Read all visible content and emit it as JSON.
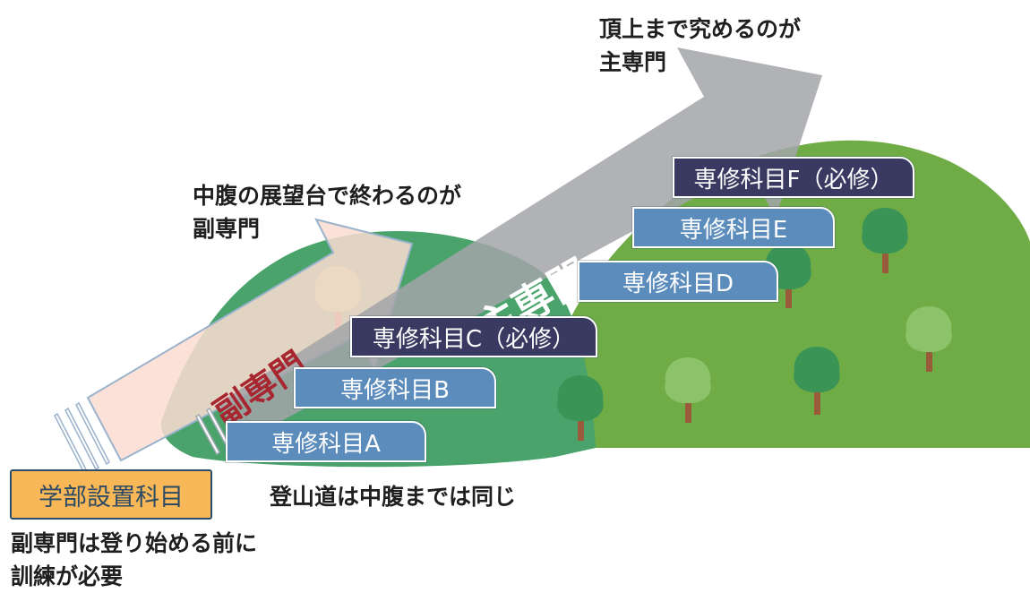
{
  "main_major_caption": [
    "頂上まで究めるのが",
    "主専門"
  ],
  "minor_major_caption": [
    "中腹の展望台で終わるのが",
    "副専門"
  ],
  "main_major_arrow_label": "主専門",
  "minor_major_arrow_label": "副専門",
  "courses": {
    "a": "専修科目A",
    "b": "専修科目B",
    "c": "専修科目C（必修）",
    "d": "専修科目D",
    "e": "専修科目E",
    "f": "専修科目F（必修）"
  },
  "faculty_box": "学部設置科目",
  "trail_caption": "登山道は中腹までは同じ",
  "training_caption": [
    "副専門は登り始める前に",
    "訓練が必要"
  ],
  "colors": {
    "elective": "#5b8cbb",
    "required": "#3a3962",
    "faculty": "#f8b858",
    "minor_arrow_text": "#a8262f",
    "main_arrow_text": "#ffffff"
  }
}
